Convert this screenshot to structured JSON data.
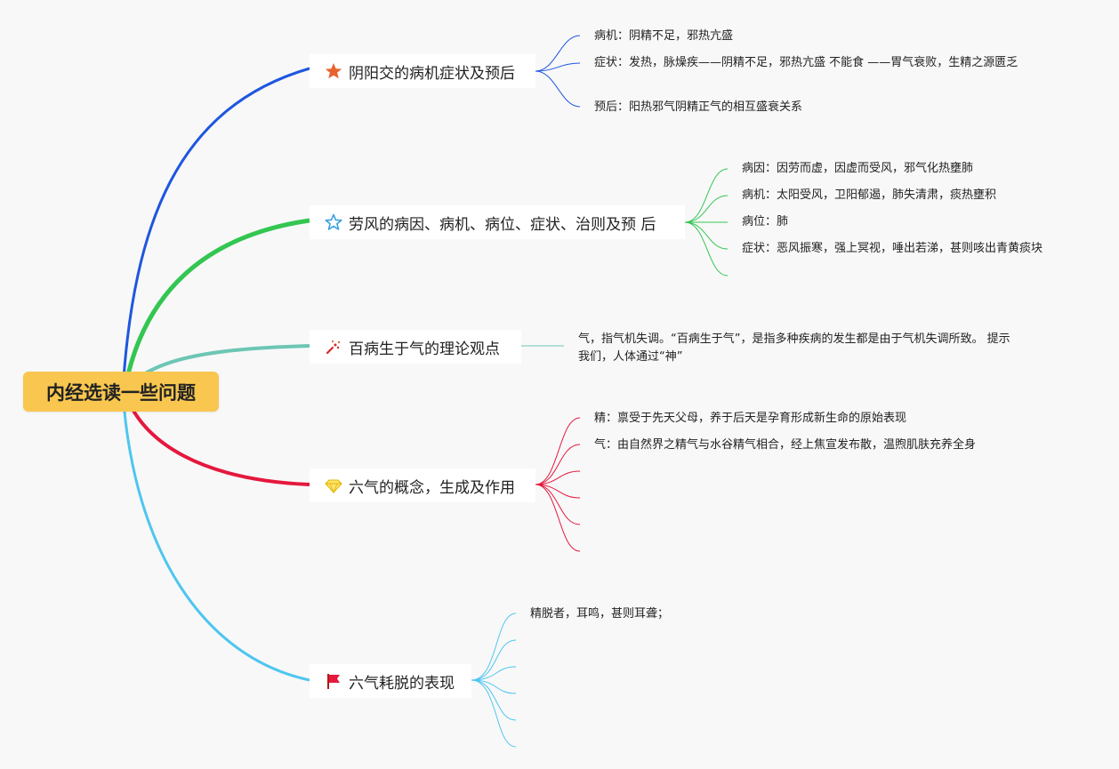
{
  "root": {
    "label": "内经选读一些问题"
  },
  "colors": {
    "blue": "#1e56e0",
    "green": "#33c651",
    "teal": "#6cc6b4",
    "red": "#e5183d",
    "skyblue": "#4ec6ef",
    "root_bg": "#f9c74f"
  },
  "branches": [
    {
      "label": "阴阳交的病机症状及预后",
      "icon": "star-filled-icon",
      "color": "#1e56e0",
      "children": [
        "病机：阴精不足，邪热亢盛",
        "症状：发热，脉燥疾——阴精不足，邪热亢盛 不能食 ——胃气衰败，生精之源匮乏",
        "预后：阳热邪气阴精正气的相互盛衰关系"
      ]
    },
    {
      "label": "劳风的病因、病机、病位、症状、治则及预 后",
      "icon": "star-outline-icon",
      "color": "#33c651",
      "children": [
        "病因：因劳而虚，因虚而受风，邪气化热壅肺",
        "病机：太阳受风，卫阳郁遏，肺失清肃，痰热壅积",
        "病位：肺",
        "症状：恶风振寒，强上冥视，唾出若涕，甚则咳出青黄痰块",
        ""
      ]
    },
    {
      "label": "百病生于气的理论观点",
      "icon": "party-icon",
      "color": "#6cc6b4",
      "children": [
        "气，指气机失调。“百病生于气”，是指多种疾病的发生都是由于气机失调所致。 提示 我们，人体通过“神”"
      ]
    },
    {
      "label": "六气的概念，生成及作用",
      "icon": "diamond-icon",
      "color": "#e5183d",
      "children": [
        "精：禀受于先天父母，养于后天是孕育形成新生命的原始表现",
        "气：由自然界之精气与水谷精气相合，经上焦宣发布散，温煦肌肤充养全身",
        "",
        "",
        "",
        ""
      ]
    },
    {
      "label": "六气耗脱的表现",
      "icon": "flag-icon",
      "color": "#4ec6ef",
      "children": [
        "精脱者，耳鸣，甚则耳聋；",
        "",
        "",
        "",
        "",
        ""
      ]
    }
  ]
}
